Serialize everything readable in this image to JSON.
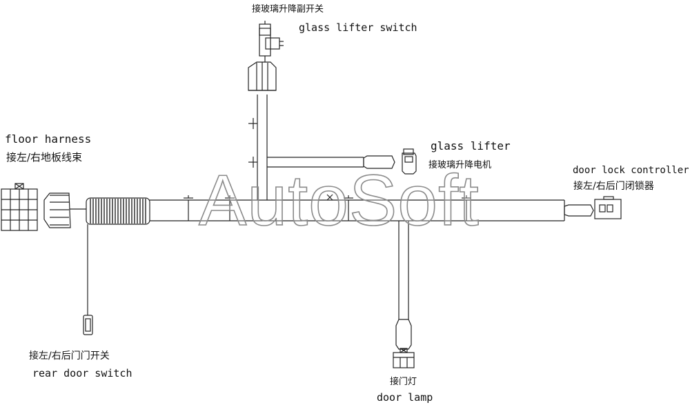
{
  "watermark": "AutoSoft",
  "labels": {
    "glass_lifter_switch_cn": "接玻璃升降副开关",
    "glass_lifter_switch_en": "glass lifter switch",
    "floor_harness_en": "floor harness",
    "floor_harness_cn": "接左/右地板线束",
    "glass_lifter_en": "glass lifter",
    "glass_lifter_cn": "接玻璃升降电机",
    "door_lock_controller_en": "door lock controller",
    "door_lock_controller_cn": "接左/右后门闭锁器",
    "rear_door_switch_cn": "接左/右后门门开关",
    "rear_door_switch_en": "rear door switch",
    "door_lamp_cn": "接门灯",
    "door_lamp_en": "door lamp"
  }
}
